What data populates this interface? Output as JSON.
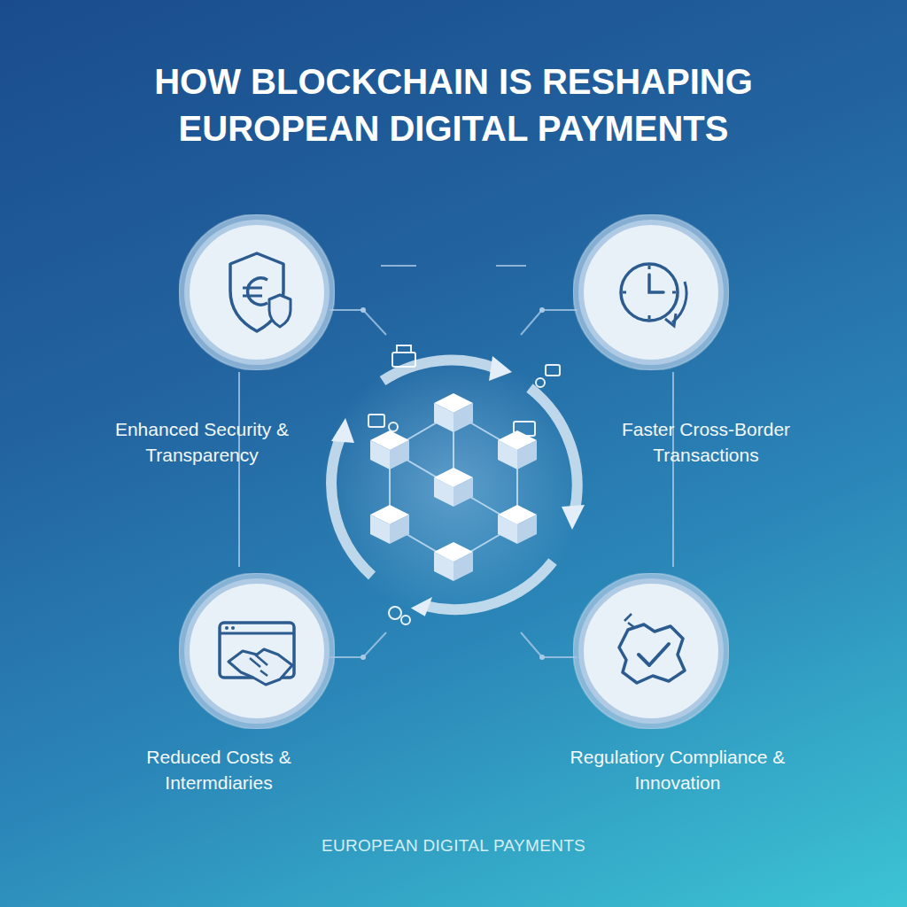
{
  "diagram": {
    "title": "HOW BLOCKCHAIN IS RESHAPING EUROPEAN DIGITAL PAYMENTS",
    "caption": "EUROPEAN DIGITAL PAYMENTS",
    "nodes": [
      {
        "text": [
          "Enhanced Security & Transparency"
        ]
      },
      {
        "text": [
          "Faster Cross-Border Transactions"
        ]
      },
      {
        "text": [
          "Reduced Costs & Intermdiaries"
        ]
      },
      {
        "text": [
          "Regulatiory Compliance & Innovation"
        ]
      }
    ]
  }
}
